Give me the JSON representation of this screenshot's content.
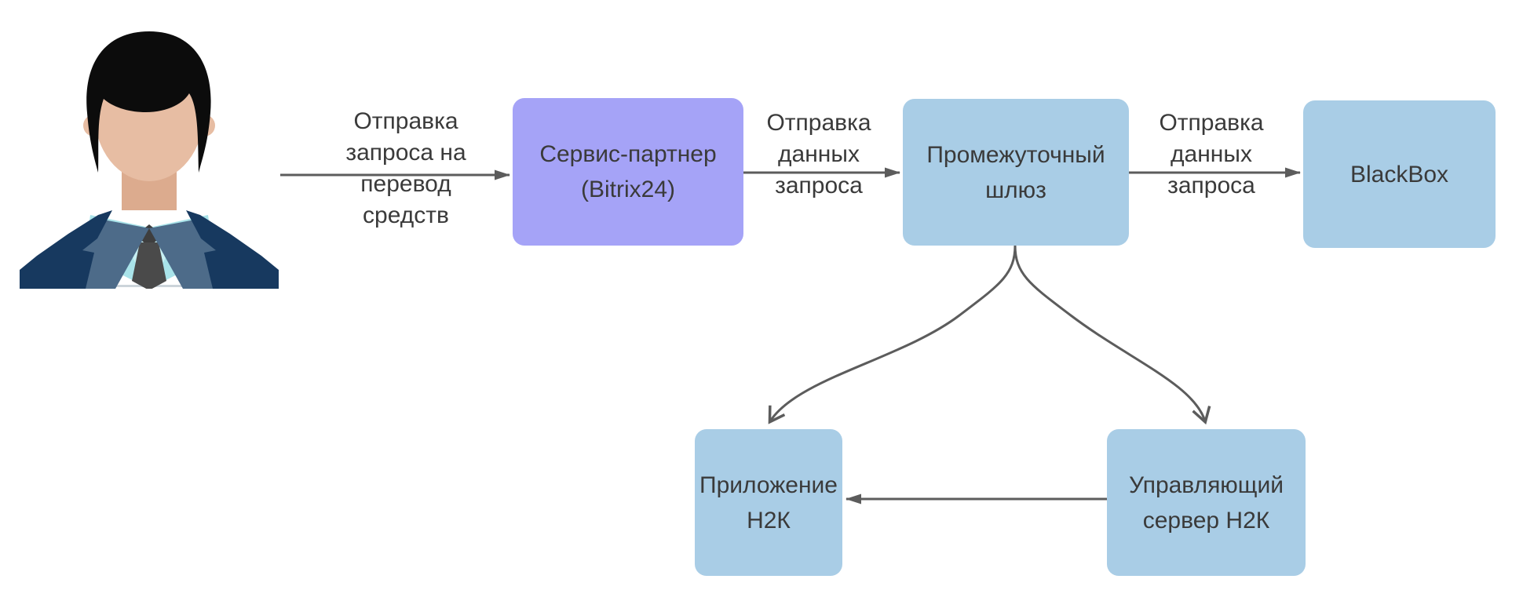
{
  "diagram": {
    "title": "",
    "colors": {
      "node_blue": "#a9cde6",
      "node_purple": "#a5a3f7",
      "arrow": "#5c5c5c",
      "text": "#3a3a3a",
      "avatar_suit": "#17395f",
      "avatar_lapel": "#4d6b89",
      "avatar_shirt": "#a9e3e9",
      "avatar_shirt_inner": "#c6eff2",
      "avatar_tie": "#464646",
      "avatar_skin": "#e7bda3",
      "avatar_hair": "#0c0c0c"
    },
    "actor": {
      "icon": "businessman-avatar-icon"
    },
    "nodes": [
      {
        "id": "service_partner",
        "label": "Сервис-партнер\n(Bitrix24)",
        "fill": "#a5a3f7"
      },
      {
        "id": "gateway",
        "label": "Промежуточный\nшлюз",
        "fill": "#a9cde6"
      },
      {
        "id": "blackbox",
        "label": "BlackBox",
        "fill": "#a9cde6"
      },
      {
        "id": "h2k_app",
        "label": "Приложение\nН2К",
        "fill": "#a9cde6"
      },
      {
        "id": "h2k_server",
        "label": "Управляющий\nсервер Н2К",
        "fill": "#a9cde6"
      }
    ],
    "edges": [
      {
        "from": "user",
        "to": "service_partner",
        "label": "Отправка\nзапроса на\nперевод\nсредств"
      },
      {
        "from": "service_partner",
        "to": "gateway",
        "label": "Отправка\nданных\nзапроса"
      },
      {
        "from": "gateway",
        "to": "blackbox",
        "label": "Отправка\nданных\nзапроса"
      },
      {
        "from": "gateway",
        "to": "h2k_app",
        "label": ""
      },
      {
        "from": "gateway",
        "to": "h2k_server",
        "label": ""
      },
      {
        "from": "h2k_server",
        "to": "h2k_app",
        "label": ""
      }
    ]
  }
}
